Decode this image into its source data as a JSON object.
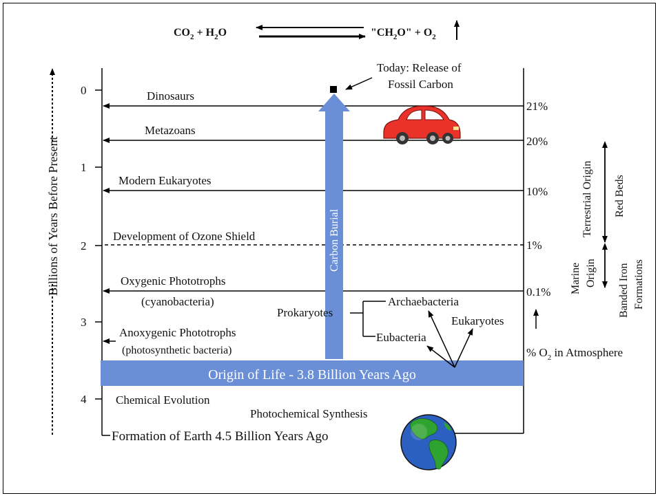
{
  "equation": {
    "left": "CO",
    "left_sub": "2",
    "left_mid": " + H",
    "left_sub2": "2",
    "left_end": "O",
    "right_start": "\"CH",
    "right_sub": "2",
    "right_mid": "O\" + O",
    "right_sub2": "2"
  },
  "axis": {
    "label": "Billions of Years Before Present",
    "ticks": [
      "0",
      "1",
      "2",
      "3",
      "4"
    ]
  },
  "events": {
    "today": "Today: Release of",
    "today2": "Fossil Carbon",
    "dinosaurs": "Dinosaurs",
    "metazoans": "Metazoans",
    "modern_eukaryotes": "Modern Eukaryotes",
    "ozone": "Development of Ozone Shield",
    "oxygenic": "Oxygenic Phototrophs",
    "oxygenic_sub": "(cyanobacteria)",
    "anoxygenic": "Anoxygenic Phototrophs",
    "anoxygenic_sub": "(photosynthetic bacteria)",
    "origin": "Origin of Life - 3.8 Billion Years Ago",
    "chemical": "Chemical Evolution",
    "photochemical": "Photochemical Synthesis",
    "formation": "Formation of Earth 4.5 Billion Years Ago",
    "carbon_burial": "Carbon Burial"
  },
  "tree": {
    "root": "Prokaryotes",
    "archaea": "Archaebacteria",
    "eubacteria": "Eubacteria",
    "eukaryotes": "Eukaryotes"
  },
  "oxygen": {
    "levels": [
      "21%",
      "20%",
      "10%",
      "1%",
      "0.1%"
    ],
    "caption": "% O",
    "caption_sub": "2",
    "caption_end": " in Atmosphere"
  },
  "origins": {
    "terrestrial": "Terrestrial Origin",
    "red_beds": "Red Beds",
    "marine1": "Marine",
    "marine2": "Origin",
    "banded1": "Banded Iron",
    "banded2": "Formations"
  },
  "colors": {
    "band": "#6a8fd6",
    "arrow": "#6a8fd6",
    "car": "#e8322a",
    "earth_ocean": "#2b5fc0",
    "earth_land": "#2fa32f"
  }
}
